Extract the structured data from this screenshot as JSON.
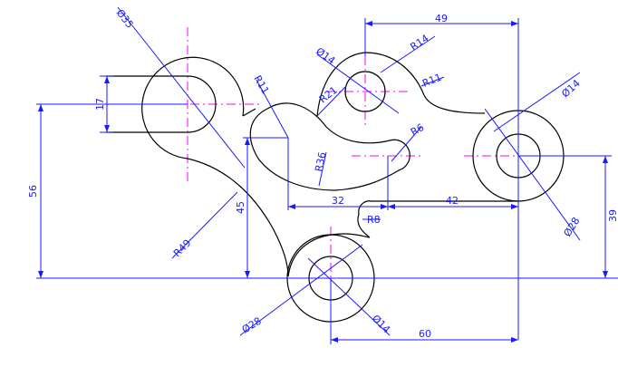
{
  "colors": {
    "object_line": "#000000",
    "dimension": "#1a1aff",
    "centerline": "#ff00ff",
    "background": "#ffffff"
  },
  "dimensions": {
    "d35": "Ø35",
    "h17": "17",
    "v56": "56",
    "r11_left": "R11",
    "r21": "R21",
    "r36": "R36",
    "h32": "32",
    "v45": "45",
    "r49": "R49",
    "d14_top": "Ø14",
    "r14": "R14",
    "r11_top": "R11",
    "h49": "49",
    "r6": "R6",
    "h42": "42",
    "r8": "R8",
    "d14_right": "Ø14",
    "d28_right": "Ø28",
    "v39": "39",
    "d28_bottom": "Ø28",
    "d14_bottom": "Ø14",
    "h60": "60"
  }
}
